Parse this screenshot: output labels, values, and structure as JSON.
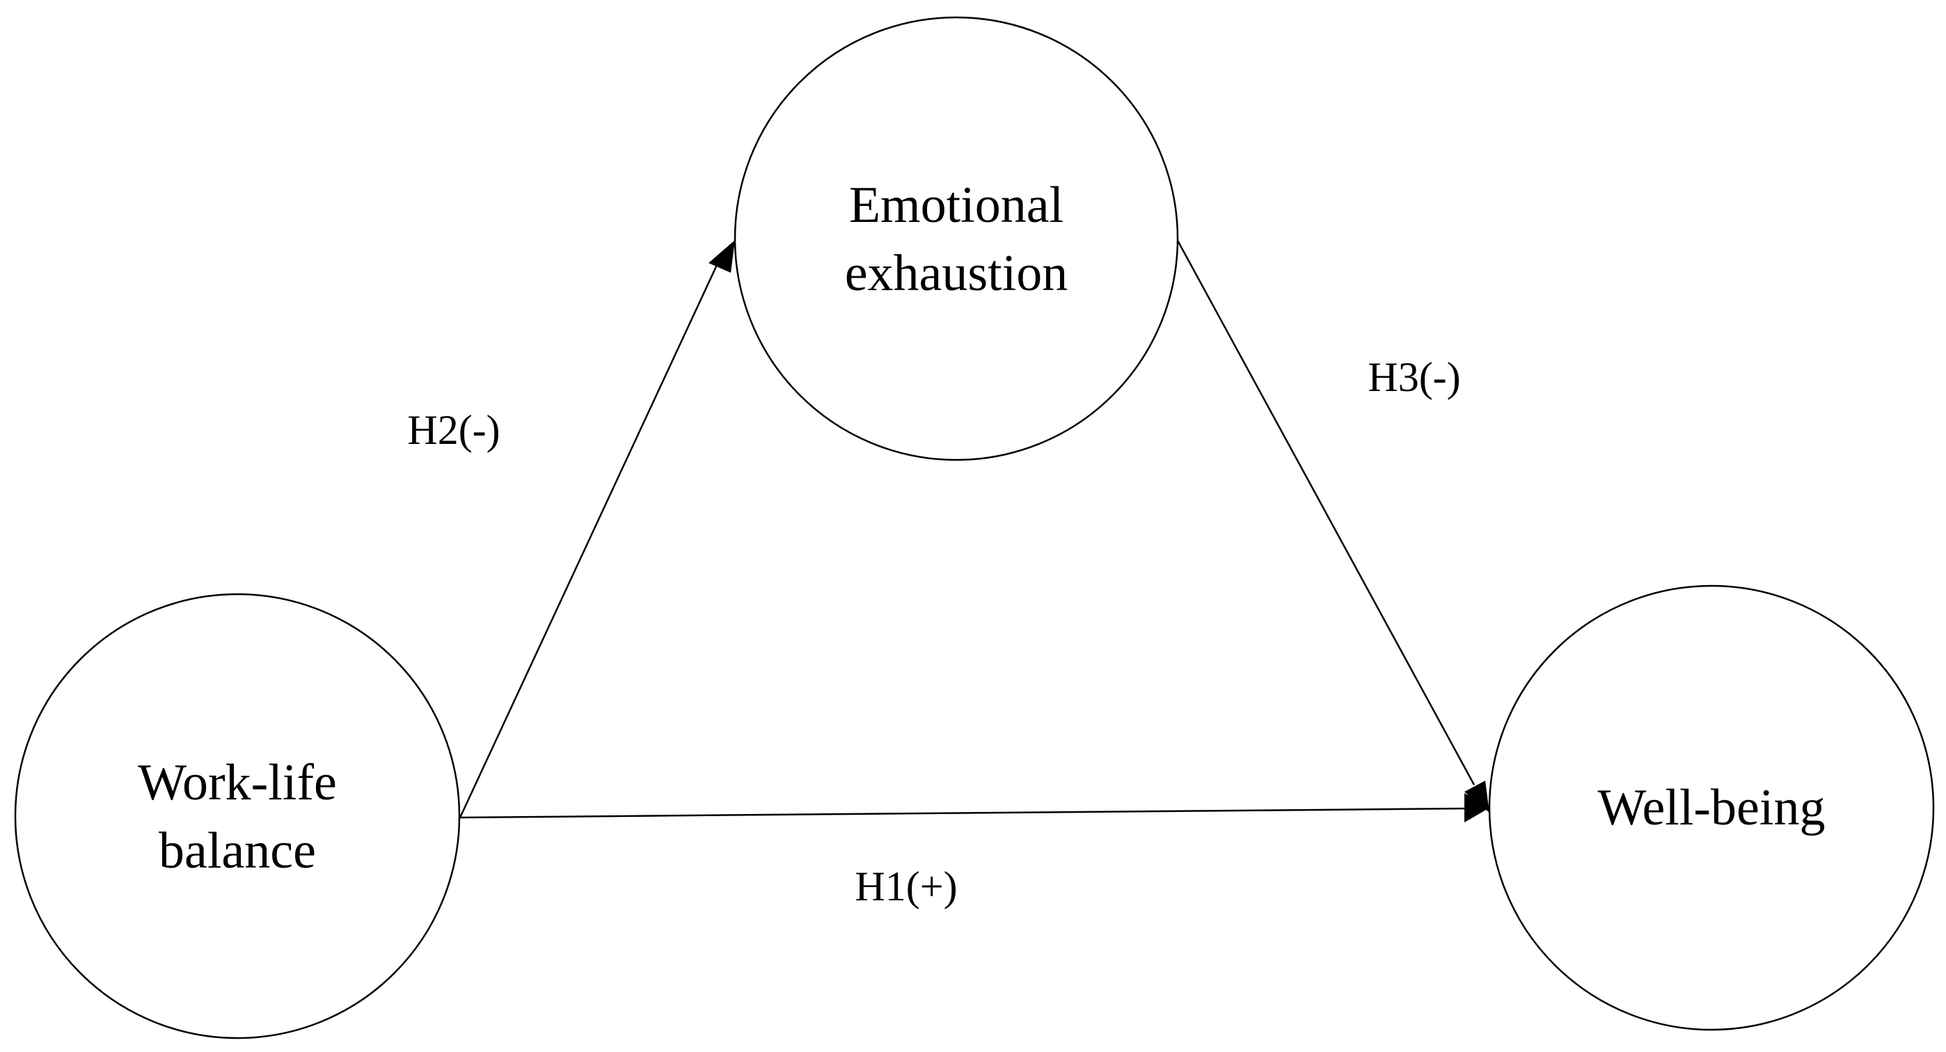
{
  "nodes": {
    "emotional_exhaustion": {
      "line1": "Emotional",
      "line2": "exhaustion"
    },
    "work_life_balance": {
      "line1": "Work-life",
      "line2": "balance"
    },
    "well_being": {
      "label": "Well-being"
    }
  },
  "edges": {
    "h1": {
      "label": "H1(+)",
      "from": "Work-life balance",
      "to": "Well-being"
    },
    "h2": {
      "label": "H2(-)",
      "from": "Work-life balance",
      "to": "Emotional exhaustion"
    },
    "h3": {
      "label": "H3(-)",
      "from": "Emotional exhaustion",
      "to": "Well-being"
    }
  },
  "colors": {
    "stroke": "#000000",
    "background": "#ffffff"
  }
}
